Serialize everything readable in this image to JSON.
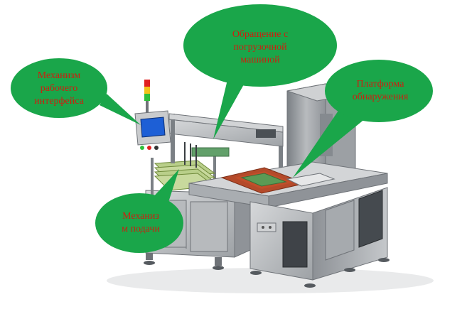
{
  "colors": {
    "callout_fill": "#1aa64a",
    "callout_text": "#cc1f10",
    "machine_body": "#bdbfc2",
    "machine_dark": "#6f7378",
    "hmi_screen": "#1d5fd6",
    "fixture_frame": "#b44a2a",
    "tray_green": "#b9cf8a",
    "signal_red": "#e02020",
    "signal_yellow": "#f2c21a",
    "signal_green": "#2fbf3a"
  },
  "callouts": {
    "hmi": {
      "lines": [
        "Механизм",
        "рабочего",
        "интерфейса"
      ]
    },
    "loader": {
      "lines": [
        "Обращение с",
        "погрузочной",
        "машиной"
      ]
    },
    "platform": {
      "lines": [
        "Платформа",
        "обнаружения"
      ]
    },
    "feeder": {
      "lines": [
        "Механиз",
        "м подачи"
      ]
    }
  }
}
